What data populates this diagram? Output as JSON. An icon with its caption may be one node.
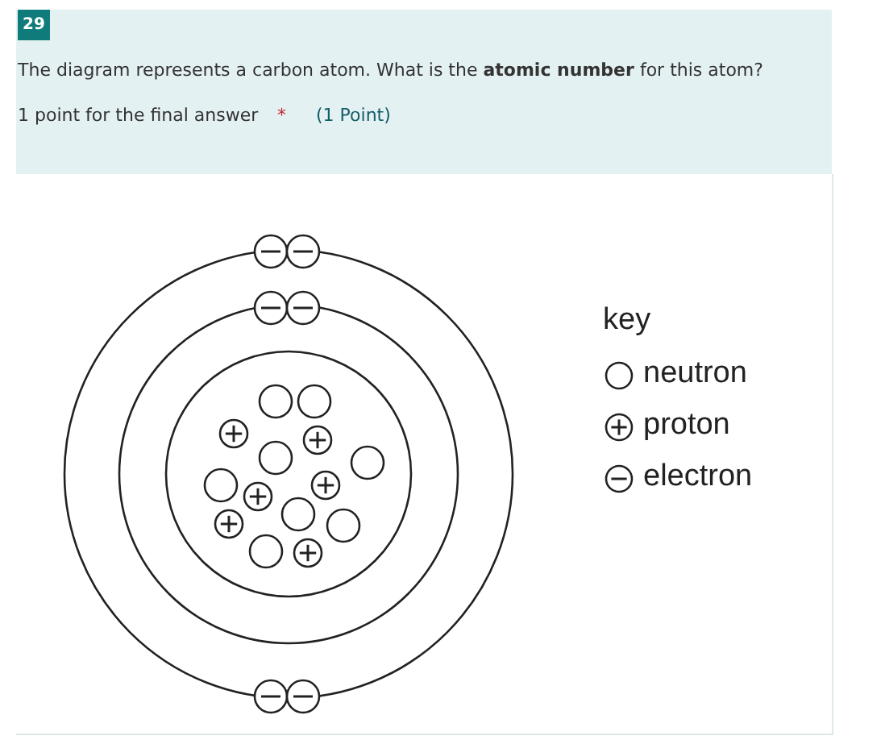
{
  "diagram": {
    "labels": [
      "29",
      "The diagram represents a carbon atom. What is the **atomic number** for this atom?",
      "1 point for the final answer",
      "*",
      "(1 Point)",
      "key"
    ],
    "legend": [
      {
        "text": "neutron"
      },
      {
        "text": "proton"
      },
      {
        "text": "electron"
      }
    ]
  }
}
